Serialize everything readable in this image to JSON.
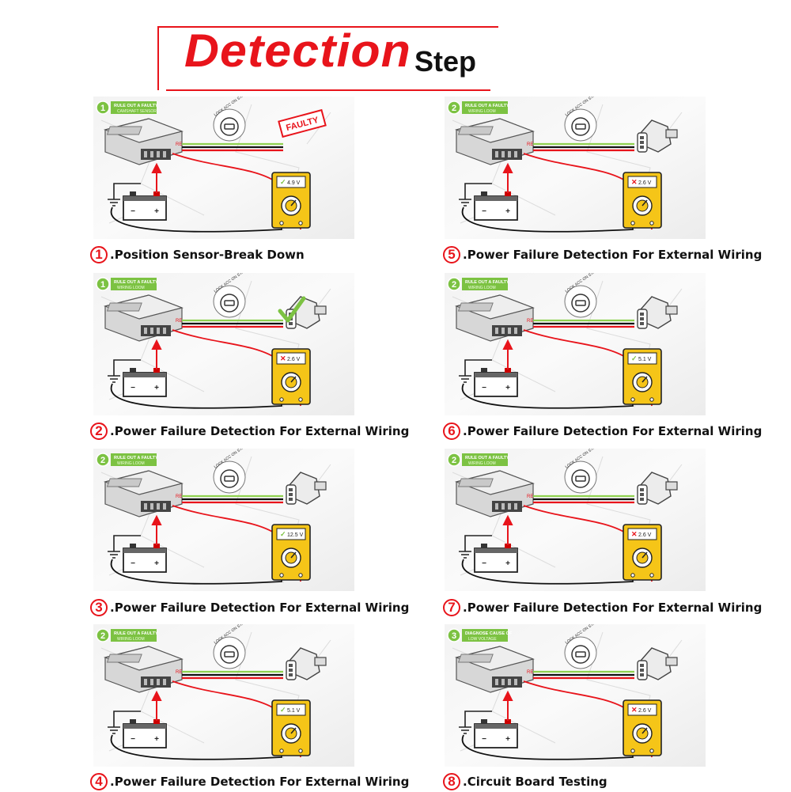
{
  "header": {
    "title": "Detection",
    "subtitle": "Step"
  },
  "colors": {
    "red": "#e8141b",
    "green": "#7cc242",
    "yellow": "#f5c518",
    "wire_black": "#111111",
    "wire_green": "#8fd14f"
  },
  "panels": [
    {
      "tag_num": "1",
      "tag_line1": "RULE OUT A FAULTY",
      "tag_line2": "CAMSHAFT SENSOR",
      "key_text": "LOCK ACC ON START",
      "reading": "4.9 V",
      "status": "ok",
      "label": "RE",
      "sensor_state": "faulty",
      "sensor_text": "FAULTY",
      "caption_num": "1",
      "caption": ".Position Sensor-Break Down"
    },
    {
      "tag_num": "1",
      "tag_line1": "RULE OUT A FAULTY",
      "tag_line2": "WIRING LOOM",
      "key_text": "LOCK ACC ON START",
      "reading": "2.6 V",
      "status": "bad",
      "label": "RE",
      "sensor_state": "good",
      "sensor_text": "",
      "caption_num": "2",
      "caption": ".Power Failure Detection For External Wiring"
    },
    {
      "tag_num": "2",
      "tag_line1": "RULE OUT A FAULTY",
      "tag_line2": "WIRING LOOM",
      "key_text": "LOCK ACC ON START",
      "reading": "12.5 V",
      "status": "ok",
      "label": "RE",
      "sensor_state": "normal",
      "sensor_text": "",
      "caption_num": "3",
      "caption": ".Power Failure Detection For External Wiring"
    },
    {
      "tag_num": "2",
      "tag_line1": "RULE OUT A FAULTY",
      "tag_line2": "WIRING LOOM",
      "key_text": "LOCK ACC ON START",
      "reading": "5.1 V",
      "status": "ok",
      "label": "RE",
      "sensor_state": "normal",
      "sensor_text": "",
      "caption_num": "4",
      "caption": ".Power Failure Detection For External Wiring"
    },
    {
      "tag_num": "2",
      "tag_line1": "RULE OUT A FAULTY",
      "tag_line2": "WIRING LOOM",
      "key_text": "LOCK ACC ON START",
      "reading": "2.6 V",
      "status": "bad",
      "label": "RE",
      "sensor_state": "normal",
      "sensor_text": "",
      "caption_num": "5",
      "caption": ".Power Failure Detection For External Wiring"
    },
    {
      "tag_num": "2",
      "tag_line1": "RULE OUT A FAULTY",
      "tag_line2": "WIRING LOOM",
      "key_text": "LOCK ACC ON START",
      "reading": "5.1 V",
      "status": "ok",
      "label": "RE",
      "sensor_state": "normal",
      "sensor_text": "",
      "caption_num": "6",
      "caption": ".Power Failure Detection For External Wiring"
    },
    {
      "tag_num": "2",
      "tag_line1": "RULE OUT A FAULTY",
      "tag_line2": "WIRING LOOM",
      "key_text": "LOCK ACC ON START",
      "reading": "2.6 V",
      "status": "bad",
      "label": "RE",
      "sensor_state": "normal",
      "sensor_text": "",
      "caption_num": "7",
      "caption": ".Power Failure Detection For External Wiring"
    },
    {
      "tag_num": "3",
      "tag_line1": "DIAGNOSE CAUSE OF",
      "tag_line2": "LOW VOLTAGE",
      "key_text": "LOCK ACC ON START",
      "reading": "2.6 V",
      "status": "bad",
      "label": "RE",
      "sensor_state": "normal",
      "sensor_text": "",
      "caption_num": "8",
      "caption": ".Circuit Board Testing"
    }
  ]
}
